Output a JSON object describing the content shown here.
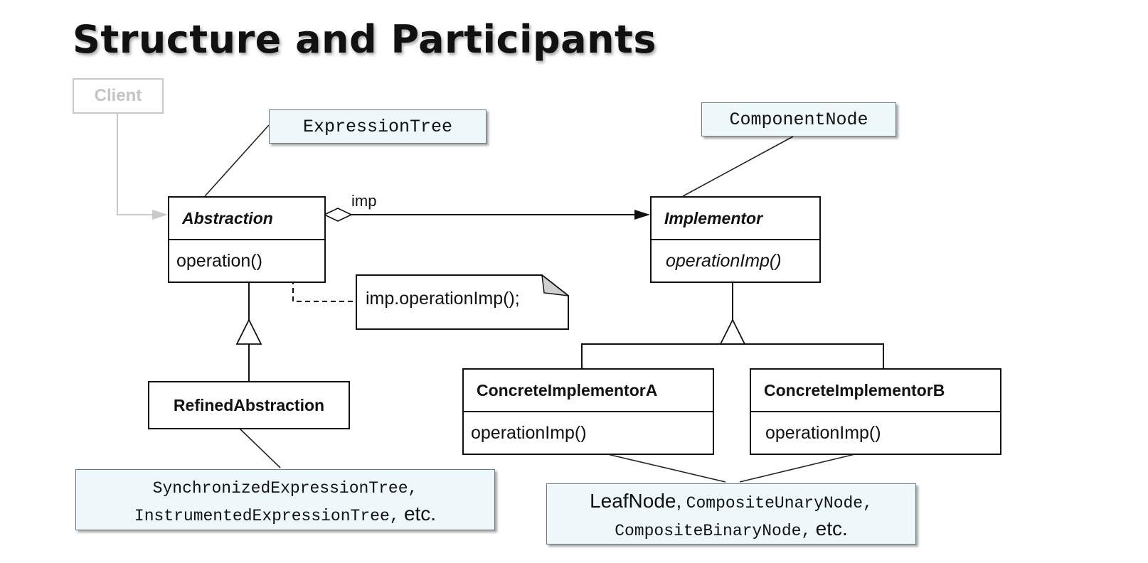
{
  "title": "Structure and Participants",
  "client": "Client",
  "abstraction": {
    "name": "Abstraction",
    "operation": "operation()"
  },
  "implementor": {
    "name": "Implementor",
    "operation": "operationImp()"
  },
  "refined_abstraction": {
    "name": "RefinedAbstraction"
  },
  "concrete_a": {
    "name": "ConcreteImplementorA",
    "operation": "operationImp()"
  },
  "concrete_b": {
    "name": "ConcreteImplementorB",
    "operation": "operationImp()"
  },
  "association_label": "imp",
  "note": "imp.operationImp();",
  "labels": {
    "expression_tree": "ExpressionTree",
    "component_node": "ComponentNode",
    "refined_line1": "SynchronizedExpressionTree,",
    "refined_line2": "InstrumentedExpressionTree,",
    "refined_etc": "etc.",
    "concrete_line1_a": "LeafNode,",
    "concrete_line1_b": "CompositeUnaryNode,",
    "concrete_line2": "CompositeBinaryNode,",
    "concrete_etc": "etc."
  },
  "colors": {
    "label_fill": "#eef8fb",
    "client_gray": "#c4c4c4",
    "note_corner": "#d0d0d0"
  }
}
